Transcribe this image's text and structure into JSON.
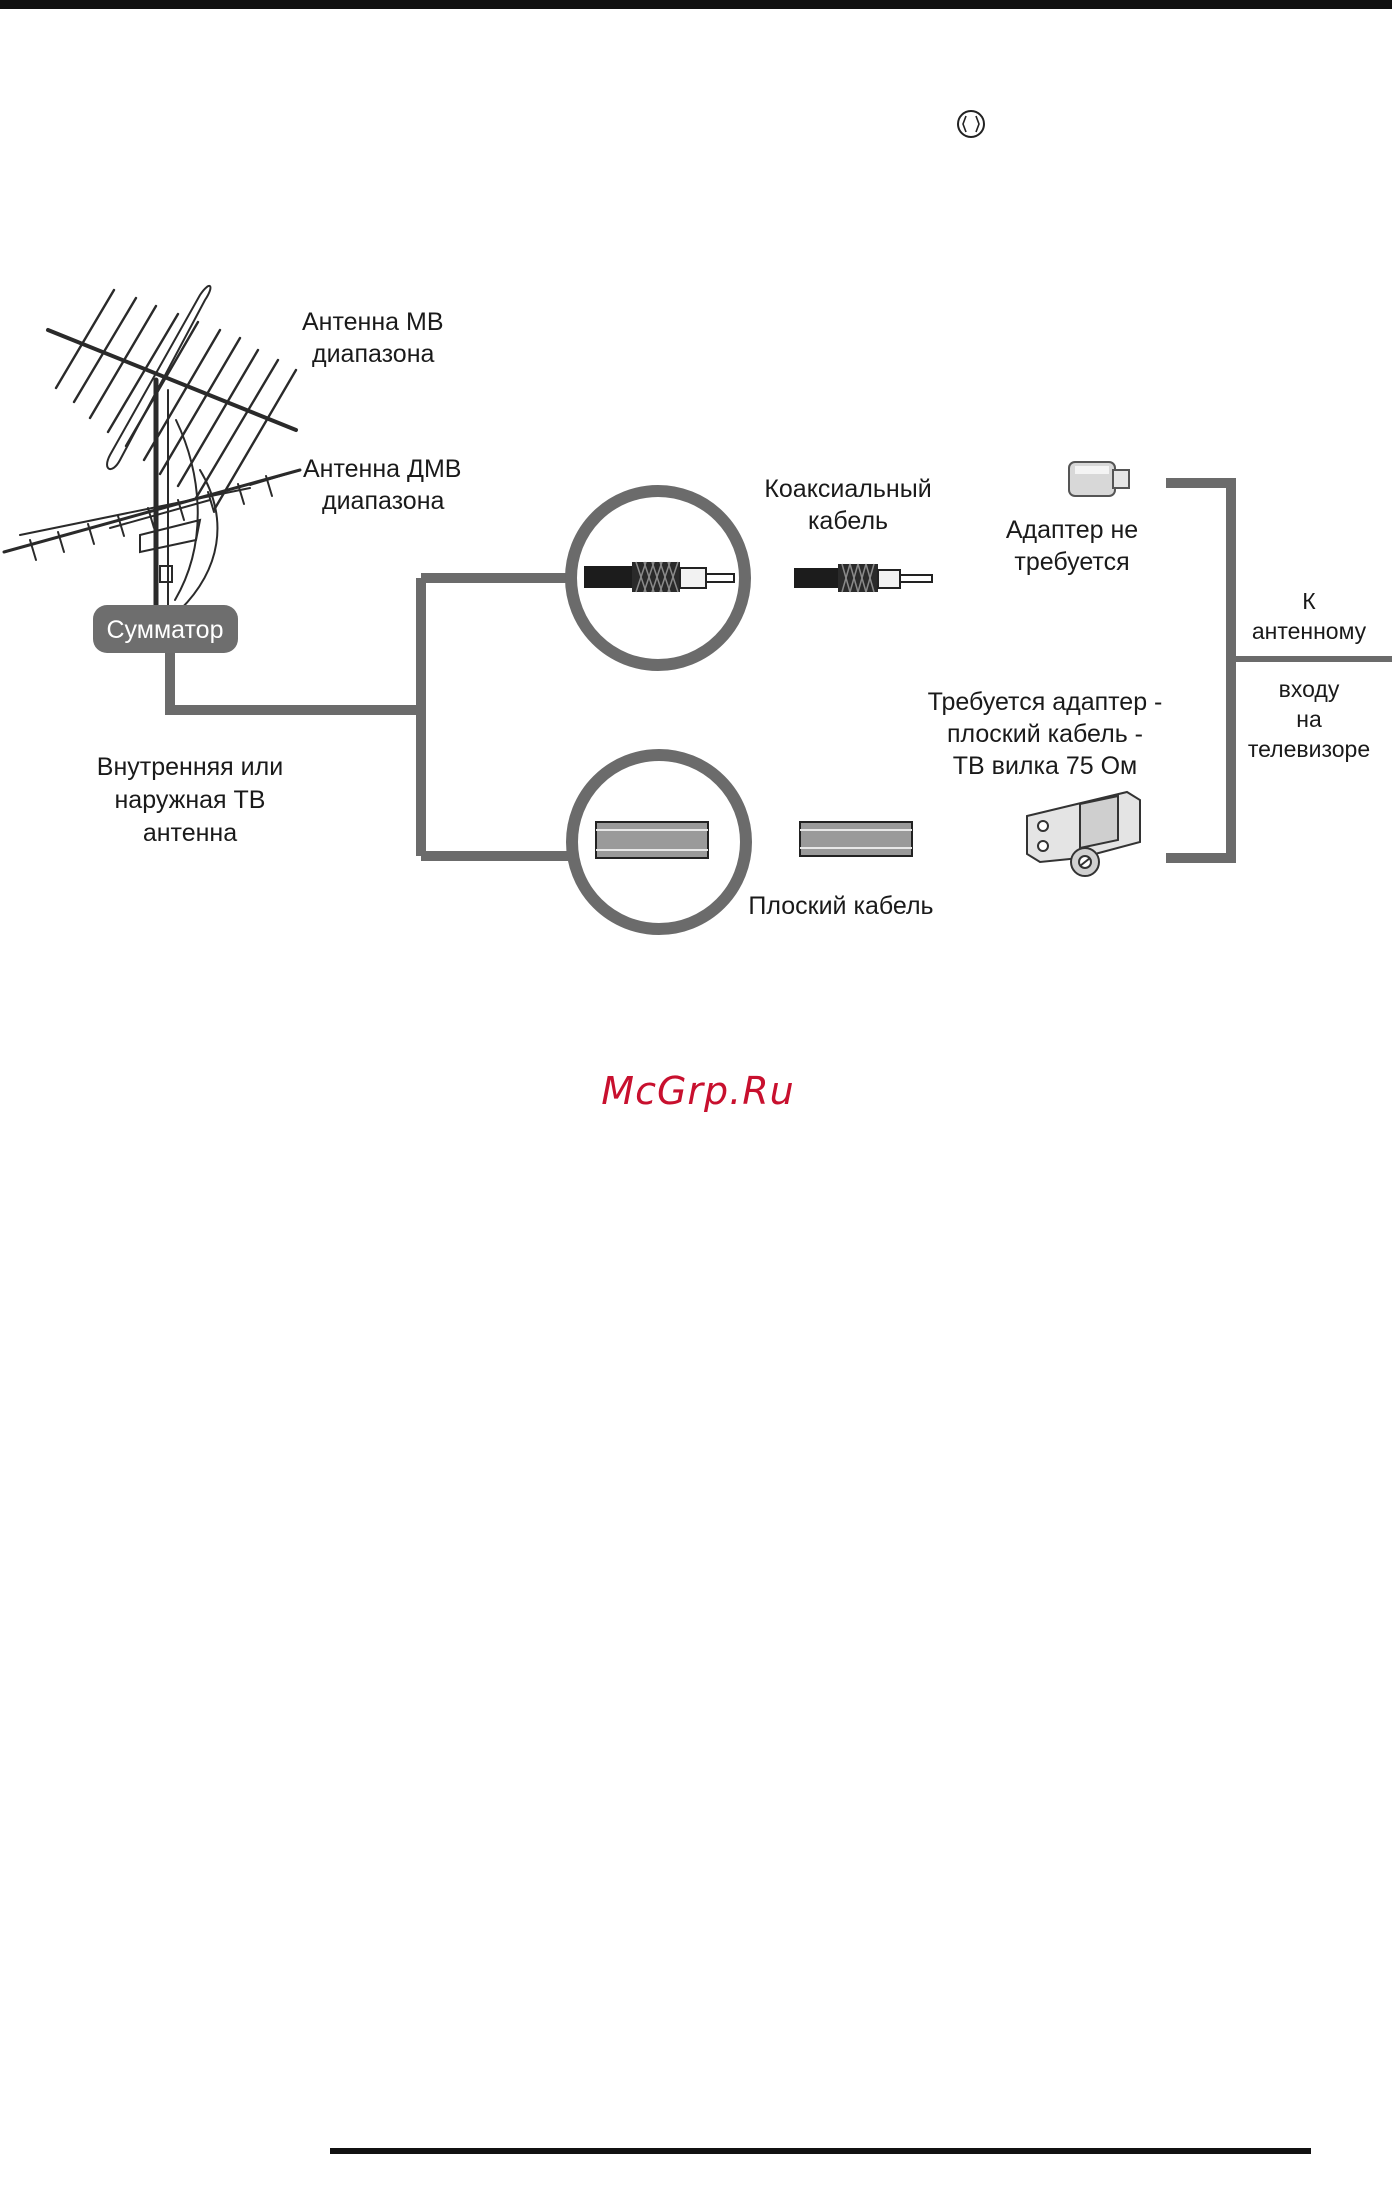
{
  "labels": {
    "mv_antenna_line1": "Антенна МВ",
    "mv_antenna_line2": "диапазона",
    "dmv_antenna_line1": "Антенна ДМВ",
    "dmv_antenna_line2": "диапазона",
    "combiner": "Сумматор",
    "indoor_outdoor_line1": "Внутренняя или",
    "indoor_outdoor_line2": "наружная ТВ",
    "indoor_outdoor_line3": "антенна",
    "coax_line1": "Коаксиальный",
    "coax_line2": "кабель",
    "no_adapter_line1": "Адаптер не",
    "no_adapter_line2": "требуется",
    "adapter_required_line1": "Требуется адаптер -",
    "adapter_required_line2": "плоский кабель -",
    "adapter_required_line3": "ТВ вилка 75 Ом",
    "flat_cable": "Плоский кабель",
    "to_tv_line1": "К",
    "to_tv_line2": "антенному",
    "to_tv_line3": "входу",
    "to_tv_line4": "на",
    "to_tv_line5": "телевизоре"
  },
  "watermark": "McGrp.Ru",
  "colors": {
    "line_gray": "#6b6b6b",
    "badge_gray": "#6e6e6e",
    "watermark_red": "#c8102e",
    "rule_black": "#111111"
  },
  "icons": {
    "antenna_input_symbol": "antenna-input-icon"
  }
}
